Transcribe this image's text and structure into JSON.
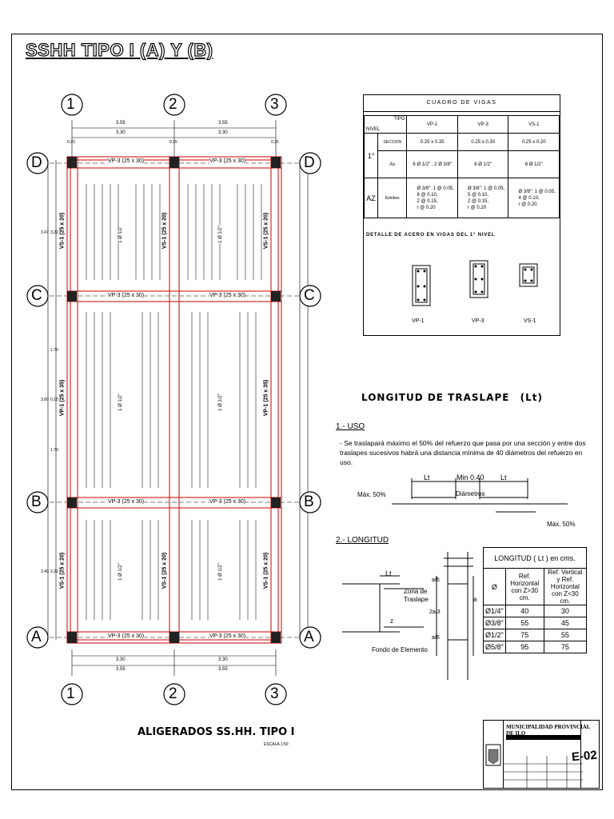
{
  "sheet": {
    "title": "SSHH TIPO I (A) Y (B)",
    "plan_title": "ALIGERADOS SS.HH. TIPO I",
    "plan_scale": "ESCALA 1:50"
  },
  "plan": {
    "axes_top": [
      "1",
      "2",
      "3"
    ],
    "axes_side": [
      "D",
      "C",
      "B",
      "A"
    ],
    "dims_top": [
      "3.55",
      "3.55"
    ],
    "dims_top2": [
      "3.30",
      "3.30"
    ],
    "dims_small": [
      "0.25",
      "0.25",
      "0.25"
    ],
    "left_dims": [
      "3.47",
      "3.22",
      "1.70",
      "3.80",
      "0.15",
      "1.70",
      "3.40",
      "3.22"
    ],
    "beam_label": "VP-3 (25 x 30)",
    "vs_label": "VS-1 (25 x 20)",
    "vp1_label": "VP-1 (25 x 35)",
    "joist_label": "1 Ø 1/2\""
  },
  "cuadro": {
    "title": "CUADRO DE VIGAS",
    "corner_top": "TIPO",
    "corner_bottom": "NIVEL",
    "cols": [
      "VP-1",
      "VP-3",
      "VS-1"
    ],
    "level1": "1°",
    "level2": "AZ",
    "row_seccion_label": "SECCION",
    "row_seccion": [
      "0.25 x 0.35",
      "0.25 x 0.30",
      "0.25 x 0.20"
    ],
    "row_as_label": "As",
    "row_as": [
      "6 Ø 1/2\" , 2 Ø 3/8\"",
      "6 Ø 1/2\"",
      "6 Ø 1/2\""
    ],
    "row_estribos_label": "Estribos",
    "row_estribos": [
      [
        "Ø 3/8\": 1 @ 0.05,",
        "6 @ 0.10,",
        "2 @ 0.15,",
        "r @ 0.20"
      ],
      [
        "Ø 3/8\": 1 @ 0.05,",
        "5 @ 0.10,",
        "2 @ 0.15,",
        "r @ 0.20"
      ],
      [
        "Ø 3/8\": 1 @ 0.05,",
        "4 @ 0.10,",
        "r @ 0.20",
        ""
      ]
    ],
    "detalle_title": "DETALLE DE ACERO EN VIGAS DEL 1° NIVEL",
    "detalle_labels": [
      "VP-1",
      "VP-3",
      "VS-1"
    ]
  },
  "traslape": {
    "title": "LONGITUD DE TRASLAPE",
    "title_suffix": "(Lt)",
    "uso_heading": "1.- USO",
    "uso_text": "- Se traslapará máximo el 50% del refuerzo que pasa por una sección y entre dos traslapes sucesivos habrá una distancia mínima de 40 diámetros del refuerzo en uso.",
    "lt": "Lt",
    "min": "Min 0.40",
    "diametros": "Diámetros",
    "max50": "Máx. 50%",
    "long_heading": "2.- LONGITUD",
    "zona": "Zona de Traslape",
    "fondo": "Fondo de Elemento",
    "a6": "a/6",
    "a23": "2a/3",
    "a": "a",
    "z": "z",
    "table_header": "LONGITUD ( Lt ) en cms.",
    "table_cols": [
      "Ø",
      "Ref. Horizontal con Z>30 cm.",
      "Ref. Vertical y Ref. Horizontal con Z<30 cm."
    ],
    "table_rows": [
      [
        "Ø1/4\"",
        "40",
        "30"
      ],
      [
        "Ø3/8\"",
        "55",
        "45"
      ],
      [
        "Ø1/2\"",
        "75",
        "55"
      ],
      [
        "Ø5/8\"",
        "95",
        "75"
      ]
    ]
  },
  "titleblock": {
    "org": "MUNICIPALIDAD PROVINCIAL DE ILO",
    "sheet_no": "E-02"
  },
  "colors": {
    "beam_red": "#cc0000",
    "ink": "#000000"
  }
}
